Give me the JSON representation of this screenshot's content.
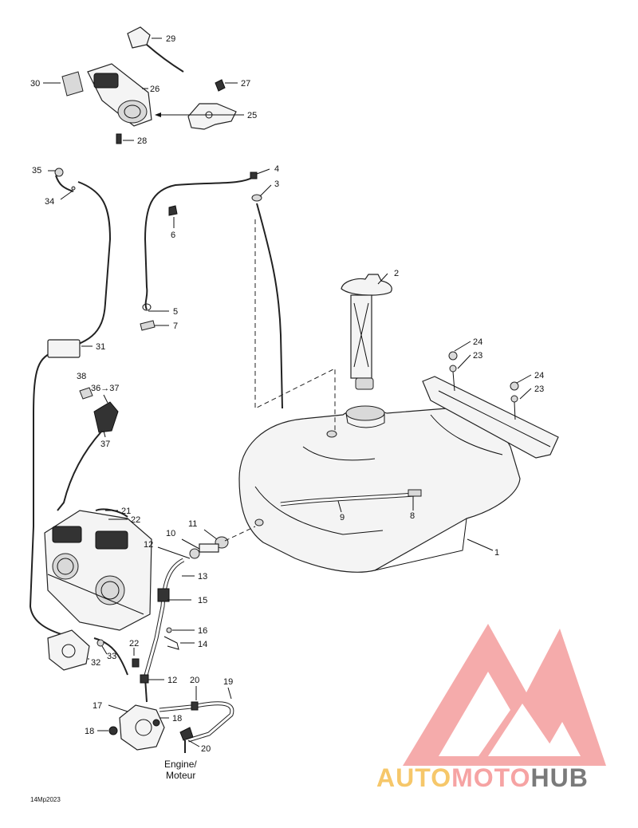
{
  "callouts": [
    "1",
    "2",
    "3",
    "4",
    "5",
    "6",
    "7",
    "8",
    "9",
    "10",
    "11",
    "12",
    "12",
    "13",
    "14",
    "15",
    "16",
    "17",
    "18",
    "18",
    "19",
    "20",
    "20",
    "21",
    "22",
    "22",
    "23",
    "23",
    "24",
    "24",
    "25",
    "26",
    "27",
    "28",
    "29",
    "30",
    "31",
    "32",
    "33",
    "34",
    "35",
    "36→37",
    "37",
    "38"
  ],
  "engine_label": {
    "line1": "Engine/",
    "line2": "Moteur"
  },
  "drawing_code": "14Mp2023",
  "watermark": {
    "part1": "AUTO",
    "part2": "MOTO",
    "part3": "HUB",
    "colors": {
      "accent1": "#f6c76a",
      "accent2": "#f6a3a3",
      "accent3": "#7a7a7a",
      "triangle": "#f07c7c"
    }
  }
}
